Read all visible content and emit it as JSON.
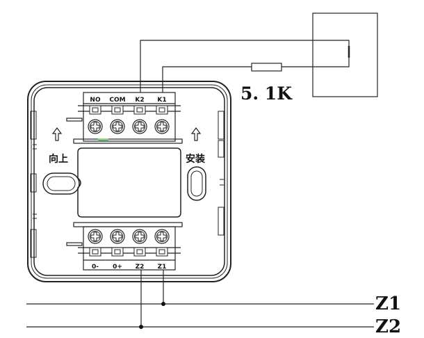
{
  "top_terminals": [
    "NO",
    "COM",
    "K2",
    "K1"
  ],
  "bottom_terminals": [
    "0-",
    "0+",
    "Z2",
    "Z1"
  ],
  "left_label": "向上",
  "right_label": "安装",
  "resistor_label": "5. 1K",
  "bus_lines": [
    "Z1",
    "Z2"
  ],
  "colors": {
    "line": "#222222",
    "accent_green": "#7ccf7c"
  }
}
